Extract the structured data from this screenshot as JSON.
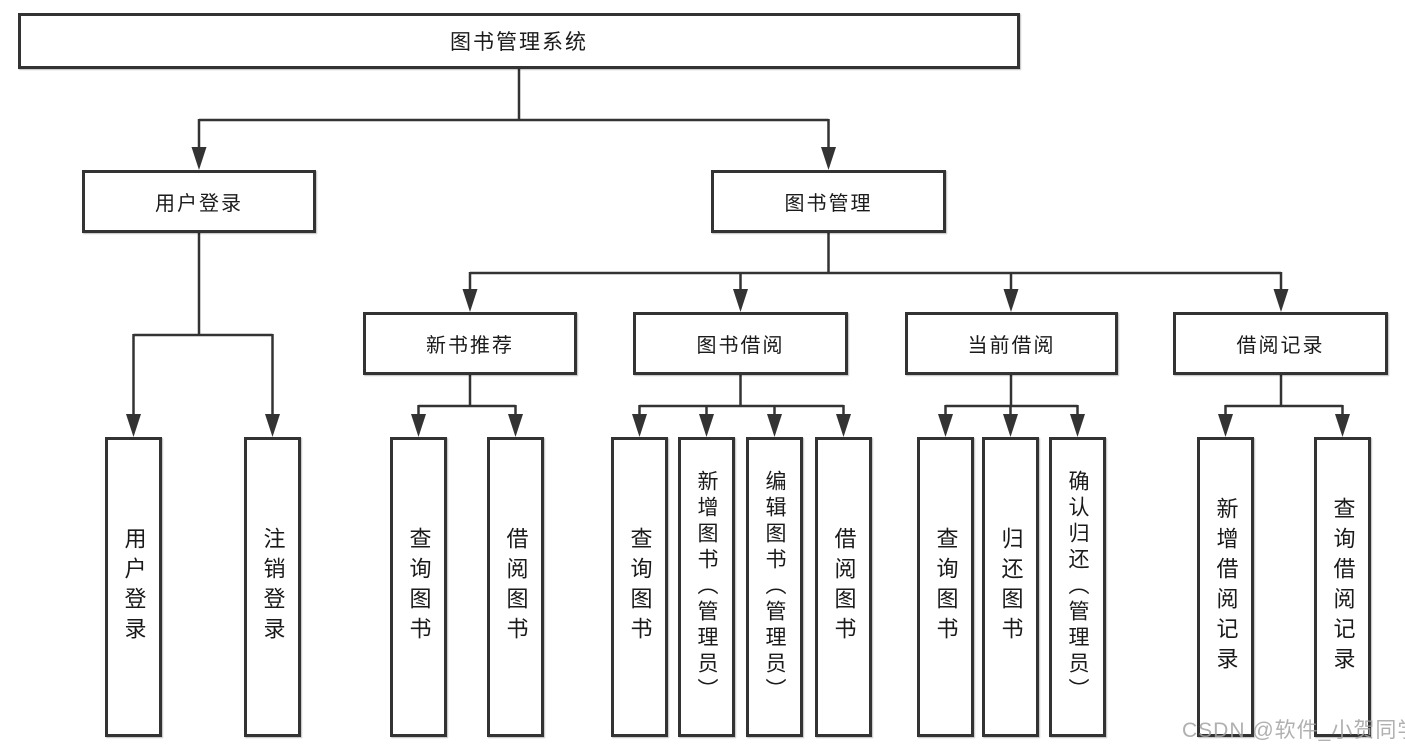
{
  "nodes": {
    "root": "图书管理系统",
    "level2": [
      "用户登录",
      "图书管理"
    ],
    "level3": [
      "新书推荐",
      "图书借阅",
      "当前借阅",
      "借阅记录"
    ],
    "leaves": [
      "用户登录",
      "注销登录",
      "查询图书",
      "借阅图书",
      "查询图书",
      "新增图书（管理员）",
      "编辑图书（管理员）",
      "借阅图书",
      "查询图书",
      "归还图书",
      "确认归还（管理员）",
      "新增借阅记录",
      "查询借阅记录"
    ]
  },
  "hierarchy": {
    "图书管理系统": [
      "用户登录",
      "图书管理"
    ],
    "用户登录": [
      "用户登录",
      "注销登录"
    ],
    "图书管理": [
      "新书推荐",
      "图书借阅",
      "当前借阅",
      "借阅记录"
    ],
    "新书推荐": [
      "查询图书",
      "借阅图书"
    ],
    "图书借阅": [
      "查询图书",
      "新增图书（管理员）",
      "编辑图书（管理员）",
      "借阅图书"
    ],
    "当前借阅": [
      "查询图书",
      "归还图书",
      "确认归还（管理员）"
    ],
    "借阅记录": [
      "新增借阅记录",
      "查询借阅记录"
    ]
  },
  "watermark": "CSDN @软件_小贺同学",
  "colors": {
    "line": "#333333",
    "box_border": "#333333",
    "box_fill": "#ffffff",
    "text": "#1a1a1a",
    "watermark": "#a3a3a3",
    "background": "#ffffff"
  }
}
